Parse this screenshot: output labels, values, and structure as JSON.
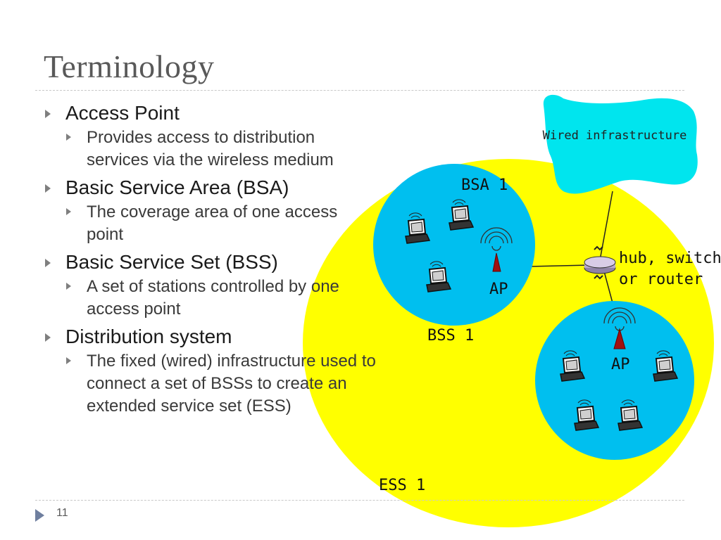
{
  "title": "Terminology",
  "bullets": [
    {
      "heading": "Access Point",
      "sub": "Provides access to distribution services via the wireless medium"
    },
    {
      "heading": "Basic Service Area (BSA)",
      "sub": "The coverage area of one access point"
    },
    {
      "heading": "Basic Service Set (BSS)",
      "sub": "A set of stations controlled by one access point"
    },
    {
      "heading": "Distribution system",
      "sub": "The fixed (wired) infrastructure used to connect a set of BSSs to create an extended service set (ESS)"
    }
  ],
  "diagram": {
    "wired_infrastructure": "Wired infrastructure",
    "bsa_label": "BSA 1",
    "bss_label": "BSS 1",
    "ess_label": "ESS 1",
    "ap_label_1": "AP",
    "ap_label_2": "AP",
    "hub_label_line1": "hub, switch",
    "hub_label_line2": "or router",
    "colors": {
      "ess": "#ffff00",
      "bss": "#00bfef",
      "cloud": "#00e5ee",
      "ap": "#a01010",
      "hub": "#b8a8cc"
    }
  },
  "footer": {
    "page_number": "11"
  }
}
